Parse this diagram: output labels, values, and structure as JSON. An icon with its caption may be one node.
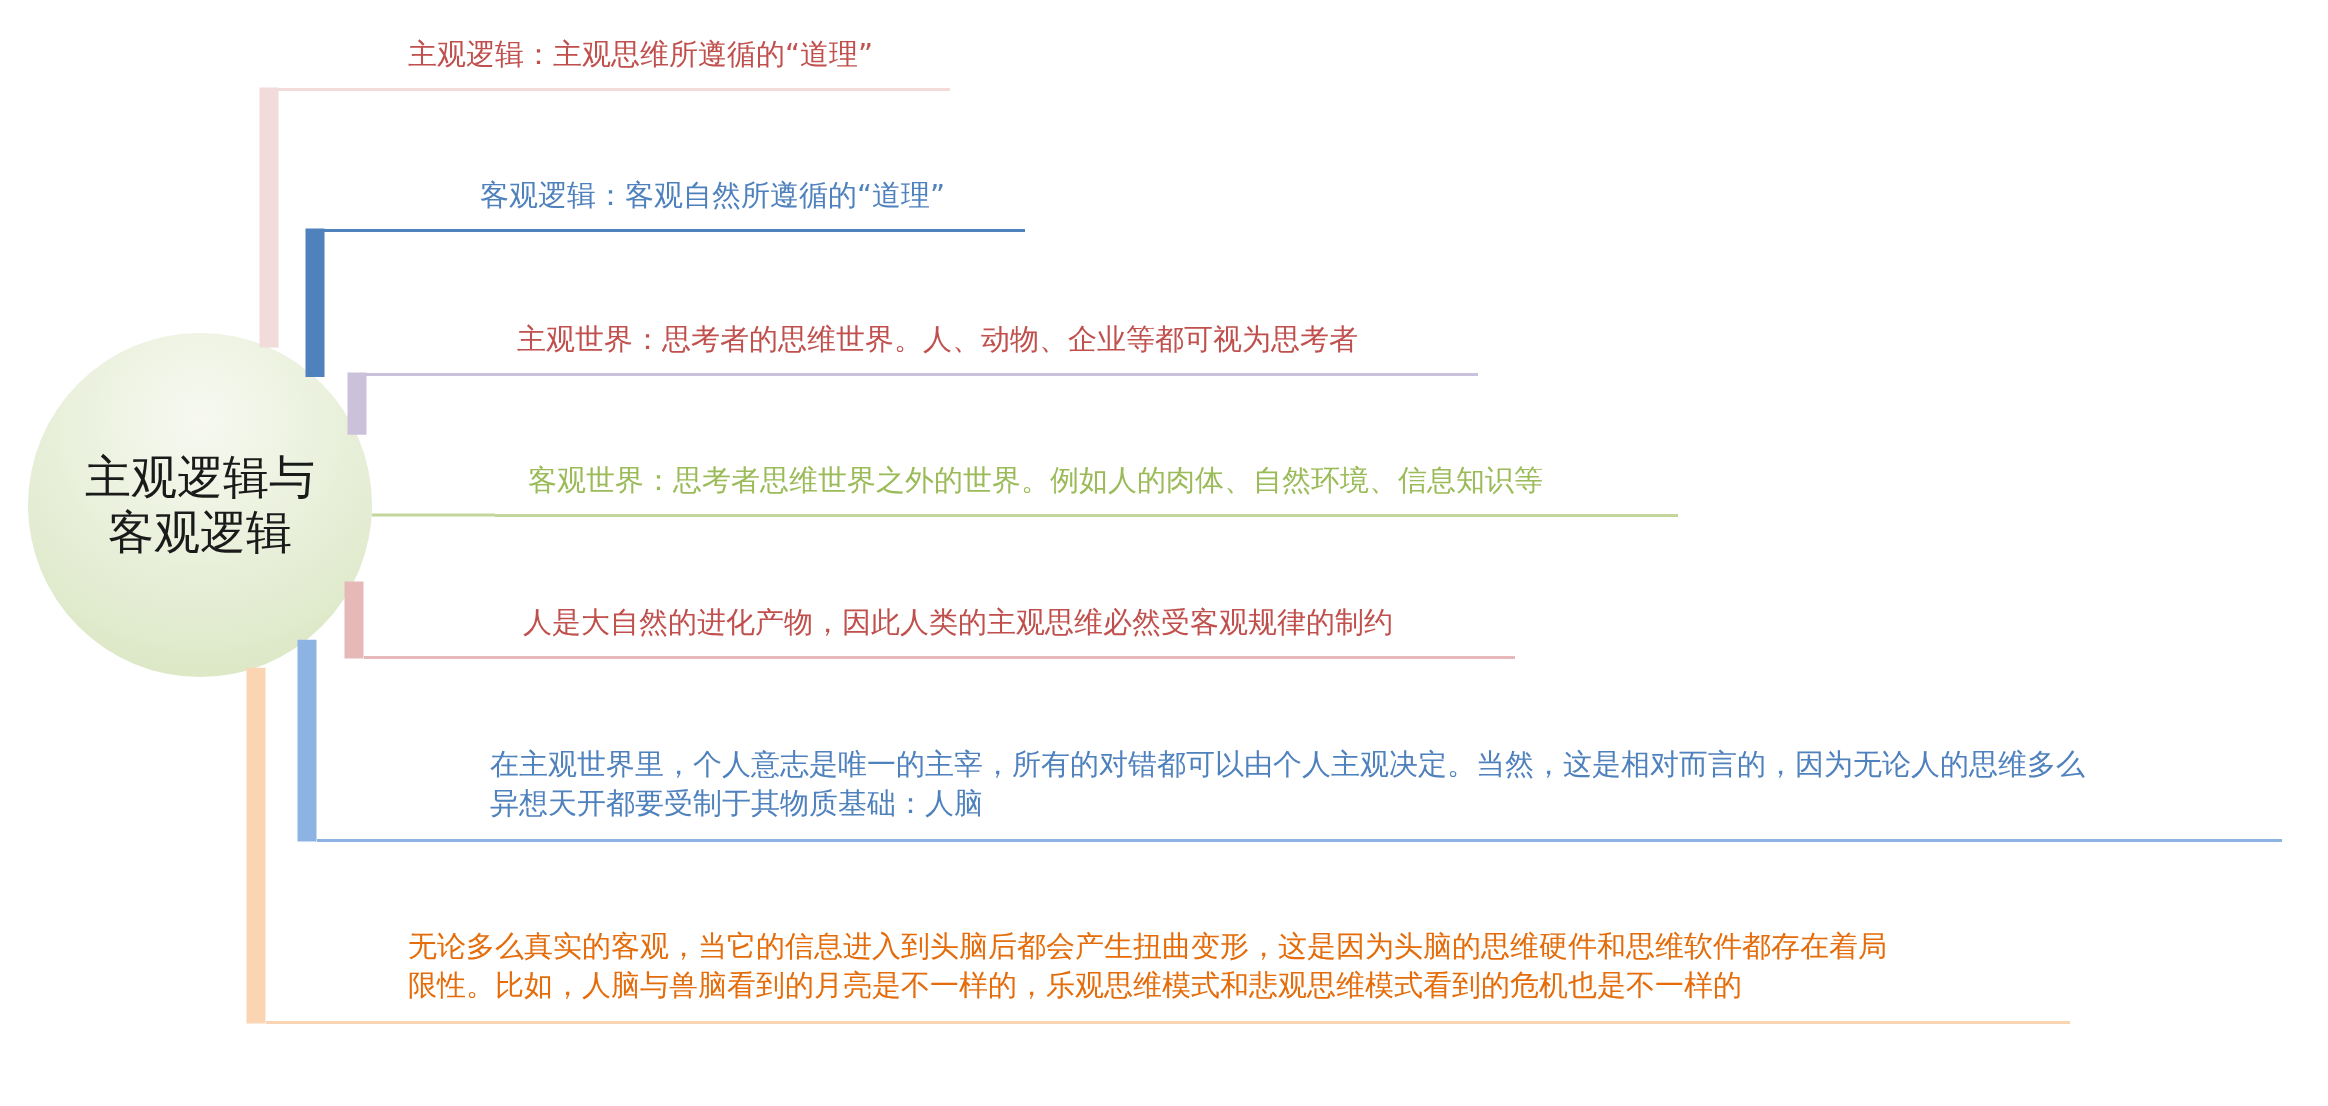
{
  "diagram": {
    "nodes": [
      {
        "text": [
          "主观逻辑与客观逻辑"
        ]
      },
      {
        "text": [
          "主观逻辑：主观思维所遵循的“道理”"
        ]
      },
      {
        "text": [
          "客观逻辑：客观自然所遵循的“道理”"
        ]
      },
      {
        "text": [
          "主观世界：思考者的思维世界。人、动物、企业等都可视为思考者"
        ]
      },
      {
        "text": [
          "客观世界：思考者思维世界之外的世界。例如人的肉体、自然环境、信息知识等"
        ]
      },
      {
        "text": [
          "人是大自然的进化产物，因此人类的主观思维必然受客观规律的制约"
        ]
      },
      {
        "text": [
          "在主观世界里，个人意志是唯一的主宰，所有的对错都可以由个人主观决定。当然，这是相对而言的，因为无论人的思维多么异想天开都要受制于其物质基础：人脑"
        ]
      },
      {
        "text": [
          "无论多么真实的客观，当它的信息进入到头脑后都会产生扭曲变形，这是因为头脑的思维硬件和思维软件都存在着局限性。比如，人脑与兽脑看到的月亮是不一样的，乐观思维模式和悲观思维模式看到的危机也是不一样的"
        ]
      }
    ],
    "edges": [
      {
        "from": 0,
        "to": 1,
        "arrow": "none",
        "color": "#f2dcdb"
      },
      {
        "from": 0,
        "to": 2,
        "arrow": "none",
        "color": "#4f81bd"
      },
      {
        "from": 0,
        "to": 3,
        "arrow": "none",
        "color": "#ccc1da"
      },
      {
        "from": 0,
        "to": 4,
        "arrow": "none",
        "color": "#c3d69b"
      },
      {
        "from": 0,
        "to": 5,
        "arrow": "none",
        "color": "#e6b9b8"
      },
      {
        "from": 0,
        "to": 6,
        "arrow": "none",
        "color": "#8db3e2"
      },
      {
        "from": 0,
        "to": 7,
        "arrow": "none",
        "color": "#fbd4b4"
      }
    ]
  }
}
